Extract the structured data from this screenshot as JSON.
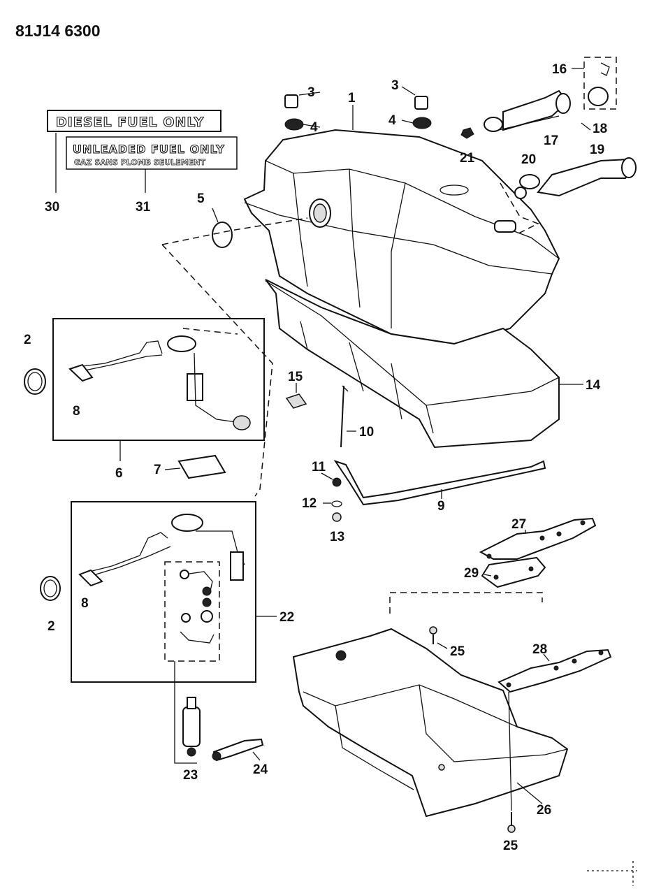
{
  "header": {
    "code": "81J14 6300"
  },
  "decals": {
    "diesel": "DIESEL FUEL ONLY",
    "unleaded_line1": "UNLEADED FUEL ONLY",
    "unleaded_line2": "GAZ SANS PLOMB SEULEMENT"
  },
  "callouts": {
    "c1": "1",
    "c2a": "2",
    "c2b": "2",
    "c3a": "3",
    "c3b": "3",
    "c4a": "4",
    "c4b": "4",
    "c5": "5",
    "c6": "6",
    "c7": "7",
    "c8a": "8",
    "c8b": "8",
    "c9": "9",
    "c10": "10",
    "c11": "11",
    "c12": "12",
    "c13": "13",
    "c14": "14",
    "c15": "15",
    "c16": "16",
    "c17": "17",
    "c18": "18",
    "c19": "19",
    "c20": "20",
    "c21": "21",
    "c22": "22",
    "c23": "23",
    "c24": "24",
    "c25a": "25",
    "c25b": "25",
    "c26": "26",
    "c27": "27",
    "c28": "28",
    "c29": "29",
    "c30": "30",
    "c31": "31"
  }
}
